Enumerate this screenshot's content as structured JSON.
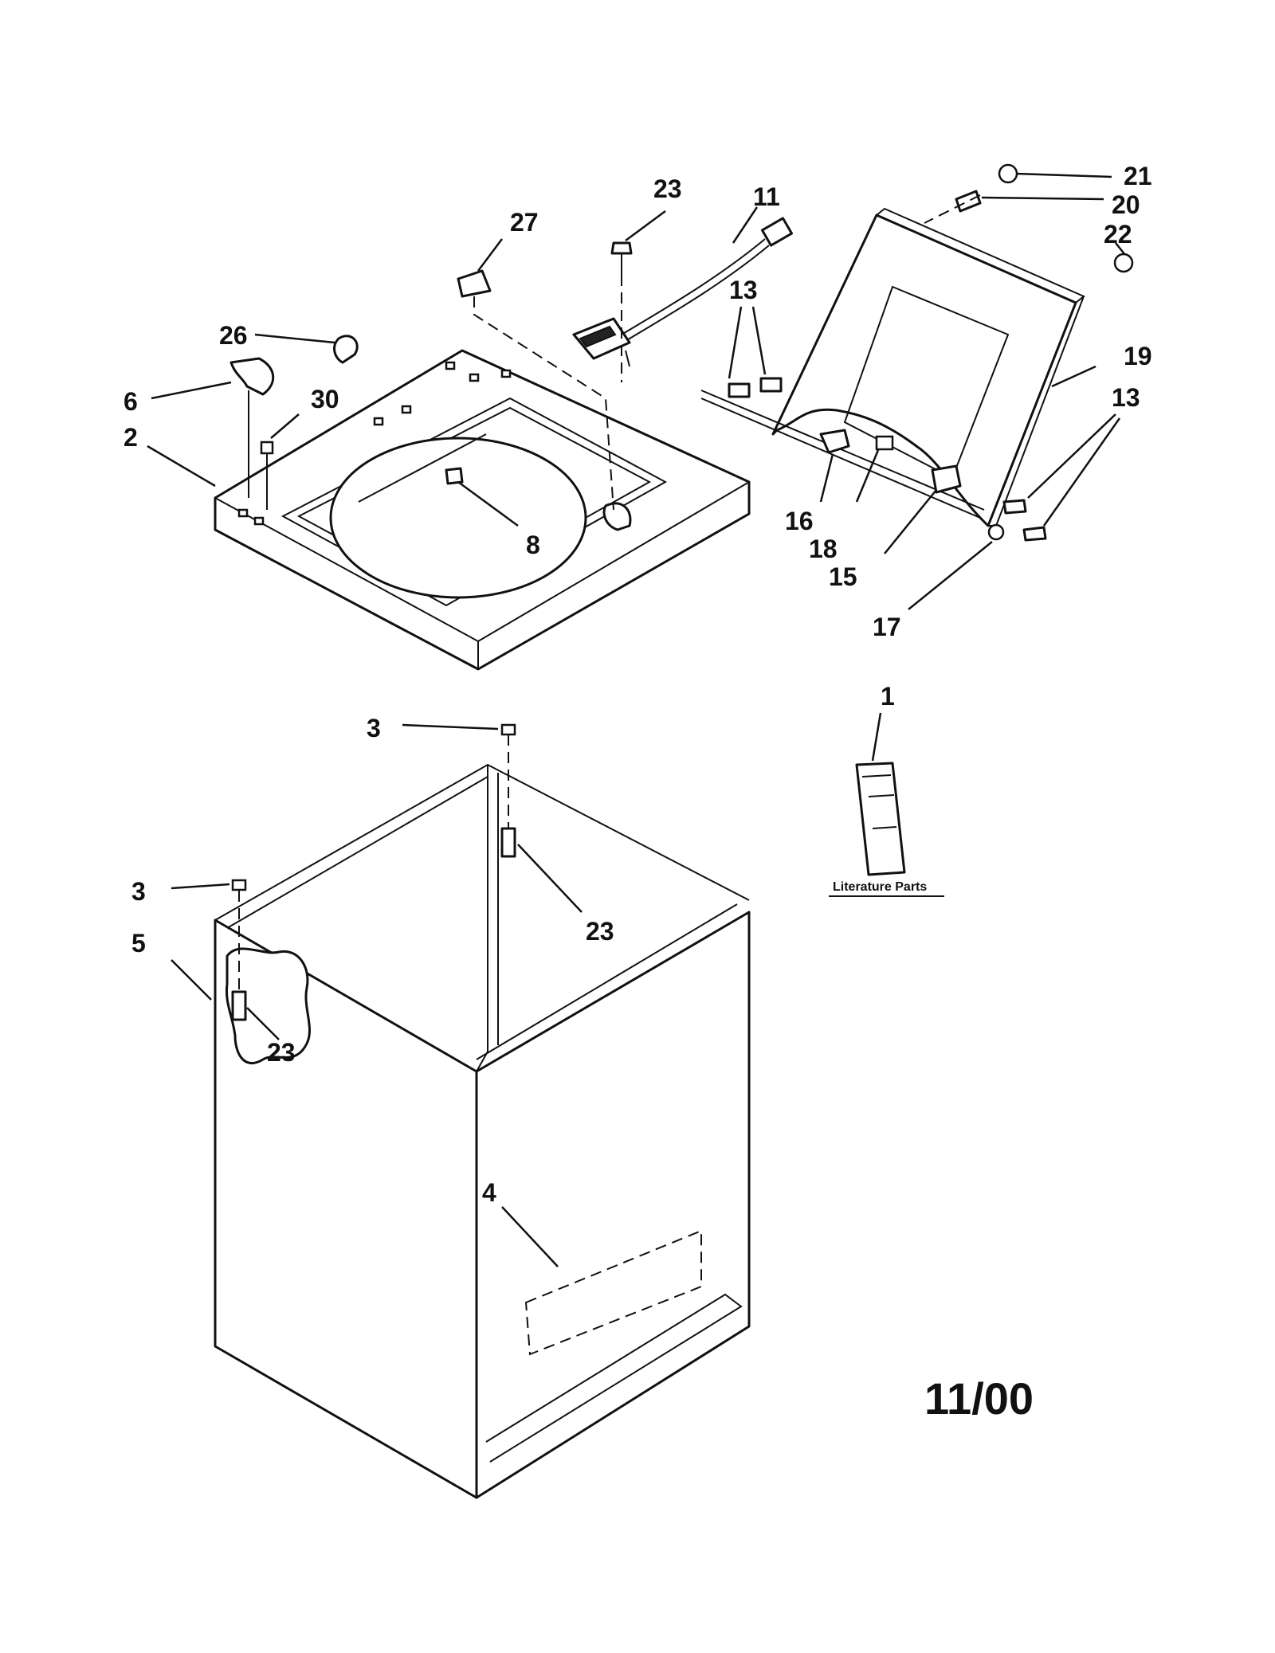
{
  "callouts": {
    "c1": "1",
    "c2": "2",
    "c3a": "3",
    "c3b": "3",
    "c4": "4",
    "c5": "5",
    "c6": "6",
    "c8": "8",
    "c11": "11",
    "c13a": "13",
    "c13b": "13",
    "c15": "15",
    "c16": "16",
    "c17": "17",
    "c18": "18",
    "c19": "19",
    "c20": "20",
    "c21": "21",
    "c22": "22",
    "c23a": "23",
    "c23b": "23",
    "c23c": "23",
    "c26": "26",
    "c27": "27",
    "c30": "30"
  },
  "literature_label": "Literature Parts",
  "date_code": "11/00",
  "colors": {
    "line": "#111111",
    "background": "#ffffff"
  }
}
